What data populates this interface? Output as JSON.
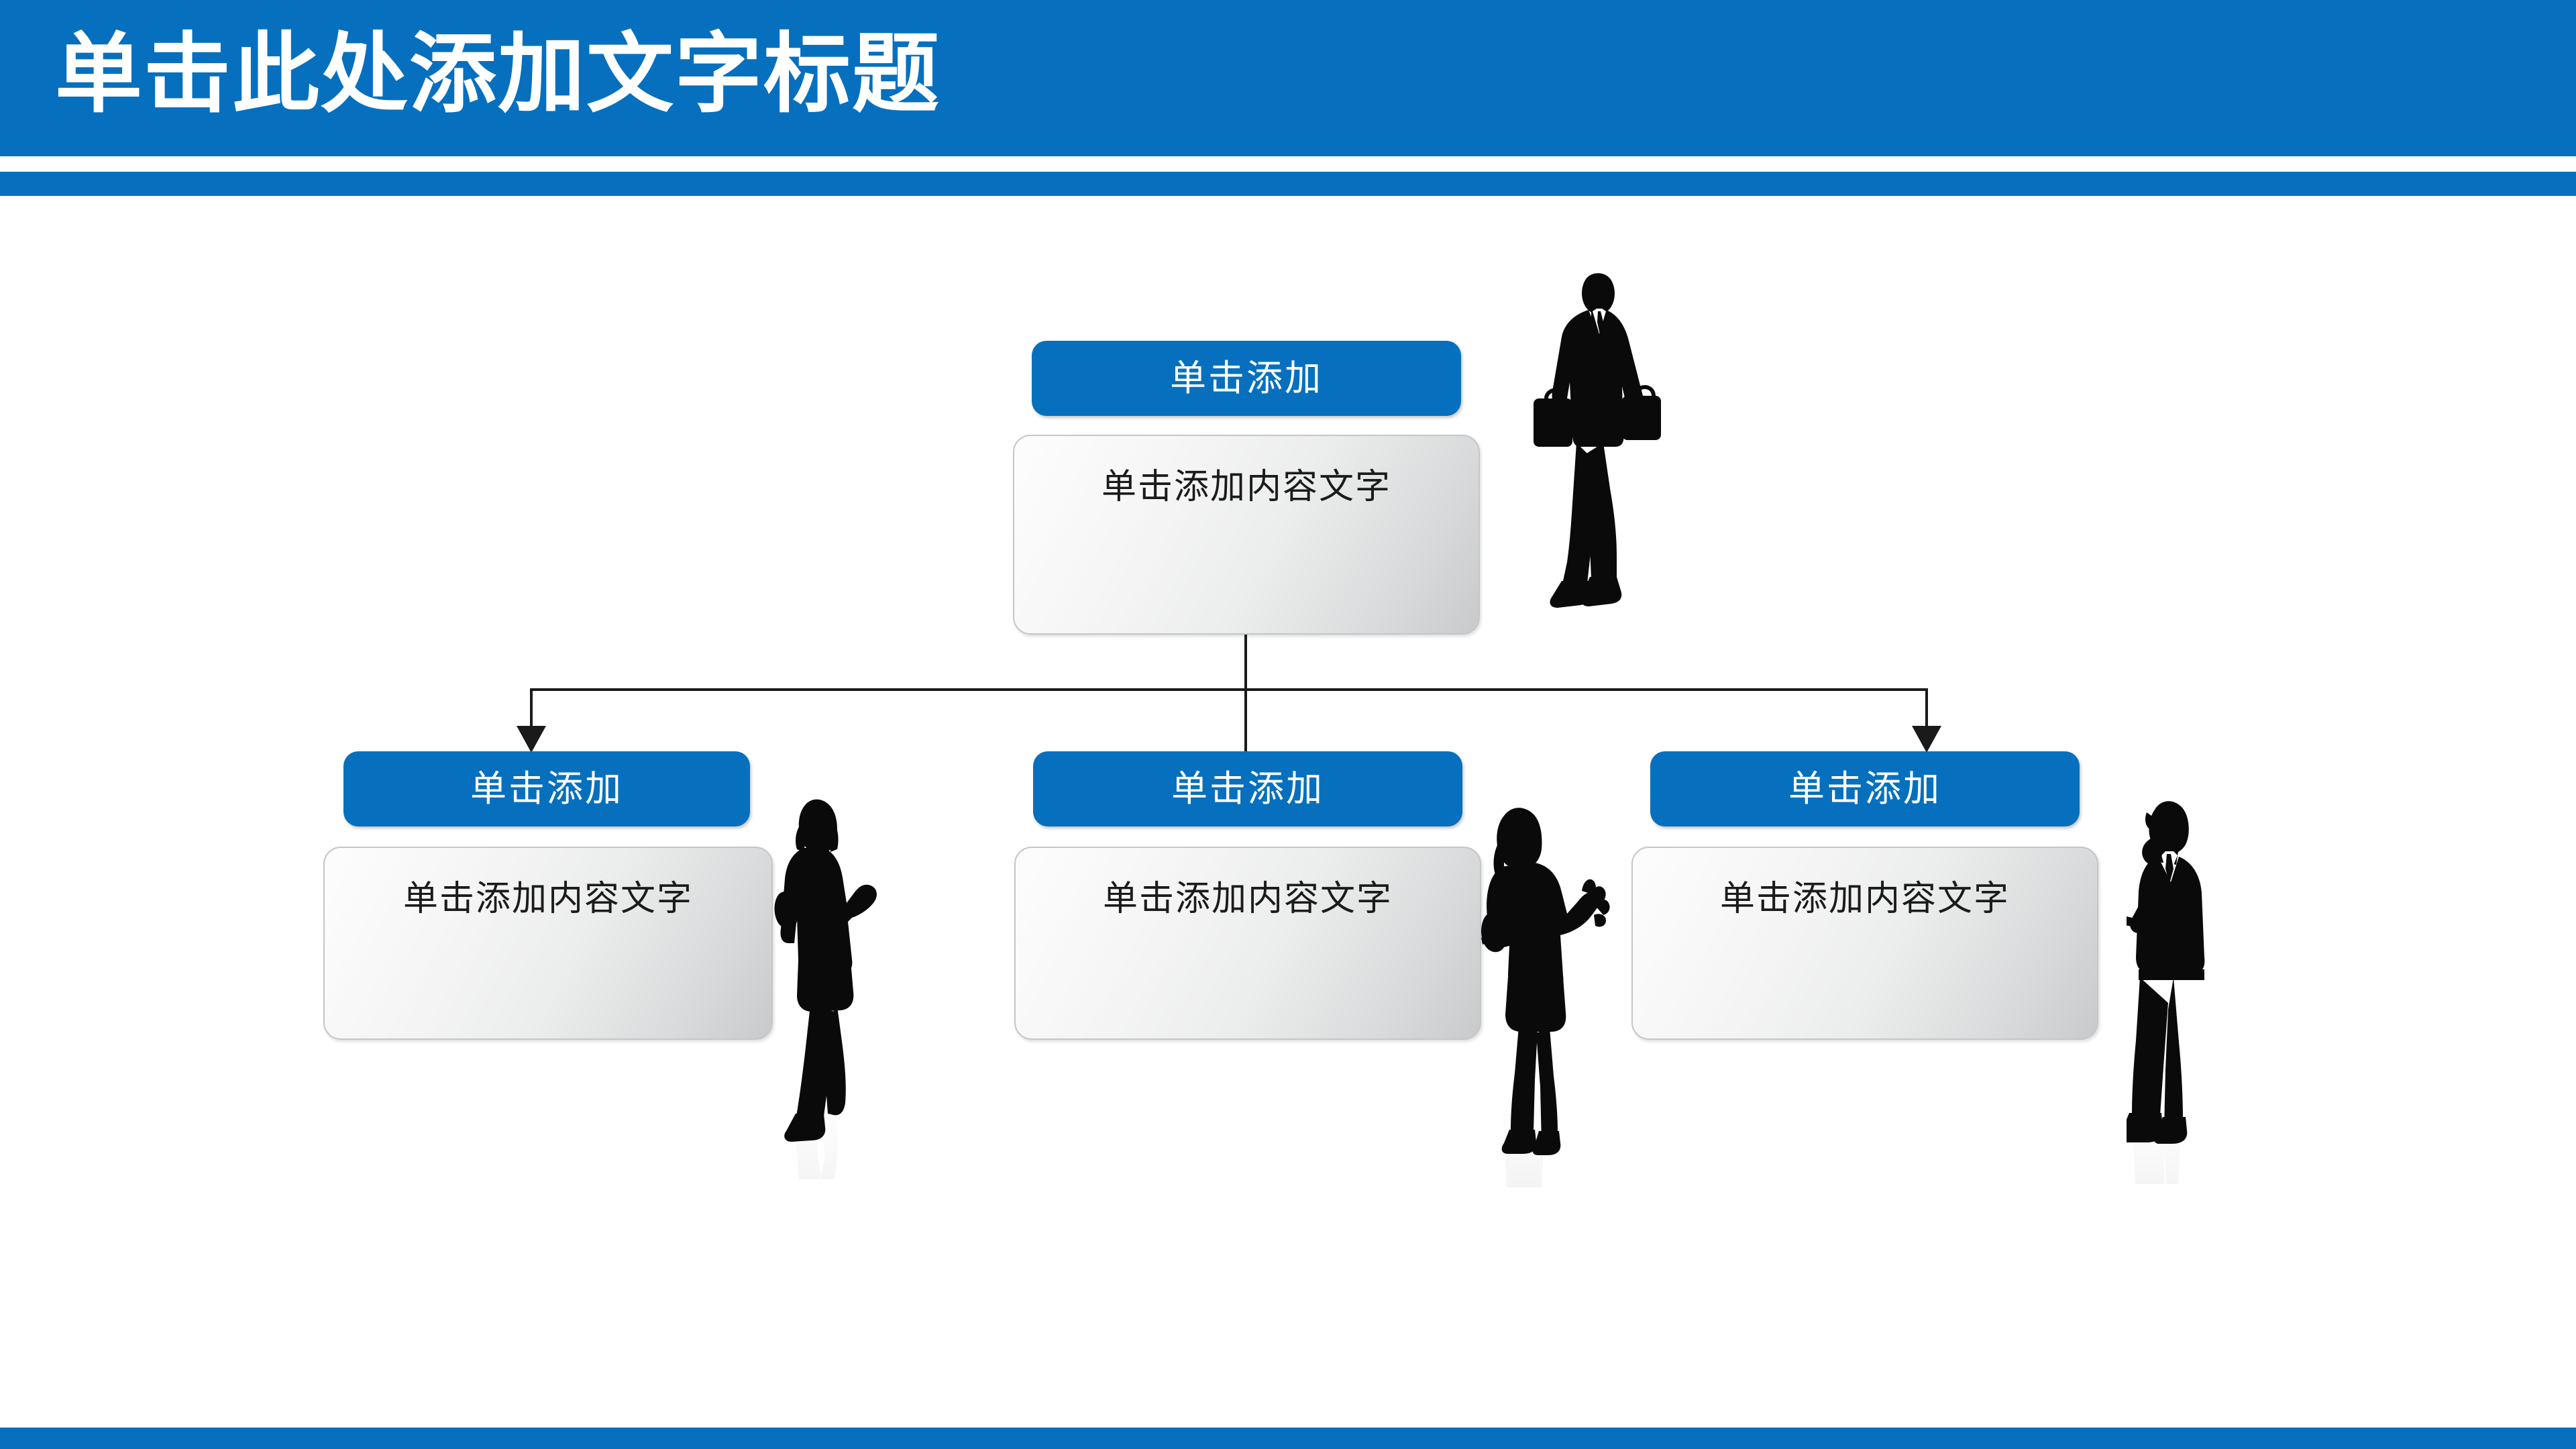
{
  "slide": {
    "title": "单击此处添加文字标题",
    "accent_color": "#0670be",
    "background_color": "#ffffff",
    "body_text_color": "#1b1b1b",
    "head_text_color": "#ffffff"
  },
  "diagram": {
    "type": "org-chart",
    "root": {
      "head_label": "单击添加",
      "body_label": "单击添加内容文字"
    },
    "children": [
      {
        "head_label": "单击添加",
        "body_label": "单击添加内容文字"
      },
      {
        "head_label": "单击添加",
        "body_label": "单击添加内容文字"
      },
      {
        "head_label": "单击添加",
        "body_label": "单击添加内容文字"
      }
    ]
  },
  "decorations": {
    "figures": [
      {
        "name": "businessman-walking-silhouette"
      },
      {
        "name": "businesswoman-walking-silhouette"
      },
      {
        "name": "businesswoman-standing-silhouette"
      },
      {
        "name": "businessman-reading-silhouette"
      }
    ]
  }
}
